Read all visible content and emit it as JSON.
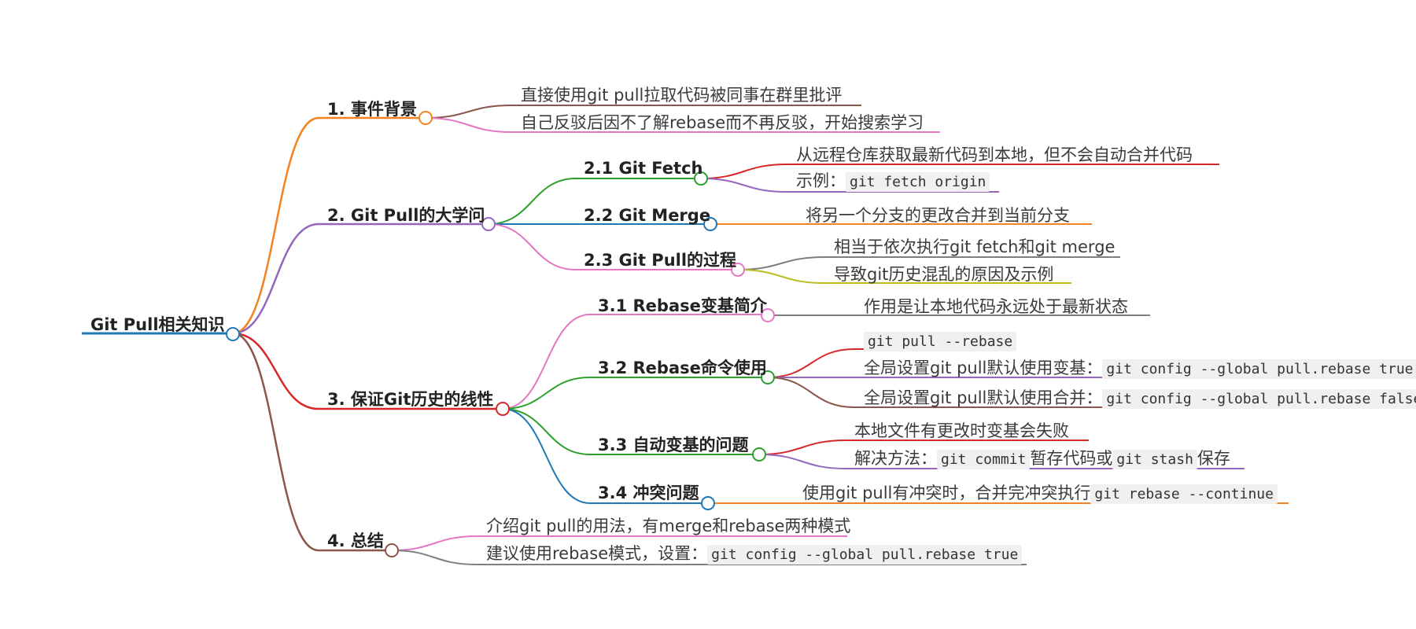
{
  "root": {
    "label": "Git Pull相关知识"
  },
  "branches": {
    "b1": {
      "label": "1. 事件背景",
      "color": "#f58220",
      "leaf1": "直接使用git pull拉取代码被同事在群里批评",
      "leaf2": "自己反驳后因不了解rebase而不再反驳，开始搜索学习"
    },
    "b2": {
      "label": "2. Git Pull的大学问",
      "color": "#9467bd",
      "s1": {
        "label": "2.1 Git Fetch",
        "leaf1": "从远程仓库获取最新代码到本地，但不会自动合并代码",
        "leaf2_text": "示例：",
        "leaf2_code": "git fetch origin"
      },
      "s2": {
        "label": "2.2 Git Merge",
        "leaf1": "将另一个分支的更改合并到当前分支"
      },
      "s3": {
        "label": "2.3 Git Pull的过程",
        "leaf1": "相当于依次执行git fetch和git merge",
        "leaf2": "导致git历史混乱的原因及示例"
      }
    },
    "b3": {
      "label": "3. 保证Git历史的线性",
      "color": "#d62728",
      "s1": {
        "label": "3.1 Rebase变基简介",
        "leaf1": "作用是让本地代码永远处于最新状态"
      },
      "s2": {
        "label": "3.2 Rebase命令使用",
        "leaf1_code": "git pull --rebase",
        "leaf2_text": "全局设置git pull默认使用变基：",
        "leaf2_code": "git config --global pull.rebase true",
        "leaf3_text": "全局设置git pull默认使用合并：",
        "leaf3_code": "git config --global pull.rebase false"
      },
      "s3": {
        "label": "3.3 自动变基的问题",
        "leaf1": "本地文件有更改时变基会失败",
        "leaf2_a": "解决方法：",
        "leaf2_code1": "git commit",
        "leaf2_b": "暂存代码或",
        "leaf2_code2": "git stash",
        "leaf2_c": "保存"
      },
      "s4": {
        "label": "3.4 冲突问题",
        "leaf1_text": "使用git pull有冲突时，合并完冲突执行",
        "leaf1_code": "git rebase --continue"
      }
    },
    "b4": {
      "label": "4. 总结",
      "color": "#8c564b",
      "leaf1": "介绍git pull的用法，有merge和rebase两种模式",
      "leaf2_text": "建议使用rebase模式，设置：",
      "leaf2_code": "git config --global pull.rebase true"
    }
  },
  "colors": {
    "root": "#1f77b4",
    "green": "#2ca02c",
    "blue": "#1f77b4",
    "pink": "#e377c2",
    "orange": "#f58220",
    "red": "#d62728",
    "purple": "#9467bd",
    "brown": "#8c564b",
    "gray": "#7f7f7f",
    "olive": "#bcbd22"
  }
}
